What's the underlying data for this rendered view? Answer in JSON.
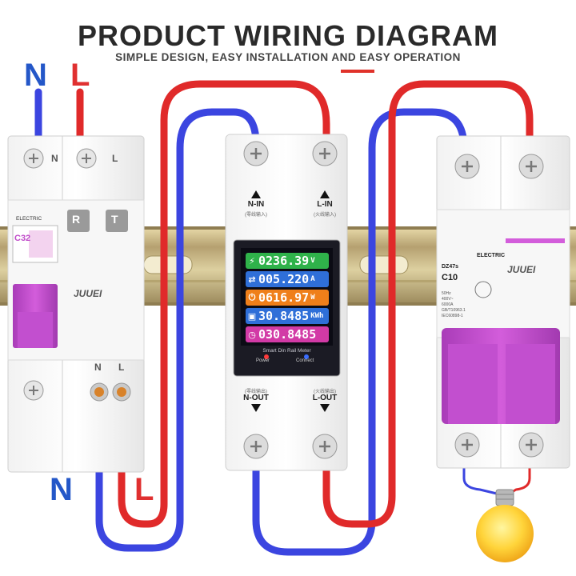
{
  "header": {
    "title": "PRODUCT WIRING DIAGRAM",
    "subtitle": "SIMPLE DESIGN, EASY INSTALLATION AND EASY OPERATION"
  },
  "line_labels": {
    "neutral": "N",
    "live": "L"
  },
  "rcbo": {
    "terminal_n": "N",
    "terminal_l": "L",
    "maker": "ELECTRIC",
    "rating": "C32",
    "test_button": "T",
    "reset_button": "R",
    "brand": "JUUEI"
  },
  "meter": {
    "n_in": "N-IN",
    "n_in_sub": "(零线输入)",
    "l_in": "L-IN",
    "l_in_sub": "(火线输入)",
    "n_out": "N-OUT",
    "n_out_sub": "(零线输出)",
    "l_out": "L-OUT",
    "l_out_sub": "(火线输出)",
    "caption": "Smart Din Rail Meter",
    "power_label": "Power",
    "connect_label": "Connect",
    "readings": [
      {
        "value": "0236.39",
        "unit": "V",
        "icon": "lightning-icon",
        "color": "#2fb24a"
      },
      {
        "value": "005.220",
        "unit": "A",
        "icon": "shuffle-icon",
        "color": "#2f6fd8"
      },
      {
        "value": "0616.97",
        "unit": "W",
        "icon": "power-icon",
        "color": "#ef7f1a"
      },
      {
        "value": "30.8485",
        "unit": "KWh",
        "icon": "calendar-icon",
        "color": "#2f6fd8"
      },
      {
        "value": "030.8485",
        "unit": "",
        "icon": "alarm-icon",
        "color": "#d23aa6"
      }
    ]
  },
  "mcb": {
    "maker": "ELECTRIC",
    "model": "DZ47s",
    "rating": "C10",
    "specs": [
      "50Hz",
      "400V~",
      "6000A",
      "GB/T10963.1",
      "IEC60898-1"
    ],
    "brand": "JUUEI"
  },
  "colors": {
    "neutral": "#3b45e0",
    "live": "#e02a2a",
    "rail": "#c9b070",
    "magenta": "#c04cc9",
    "accent": "#e0322a"
  }
}
